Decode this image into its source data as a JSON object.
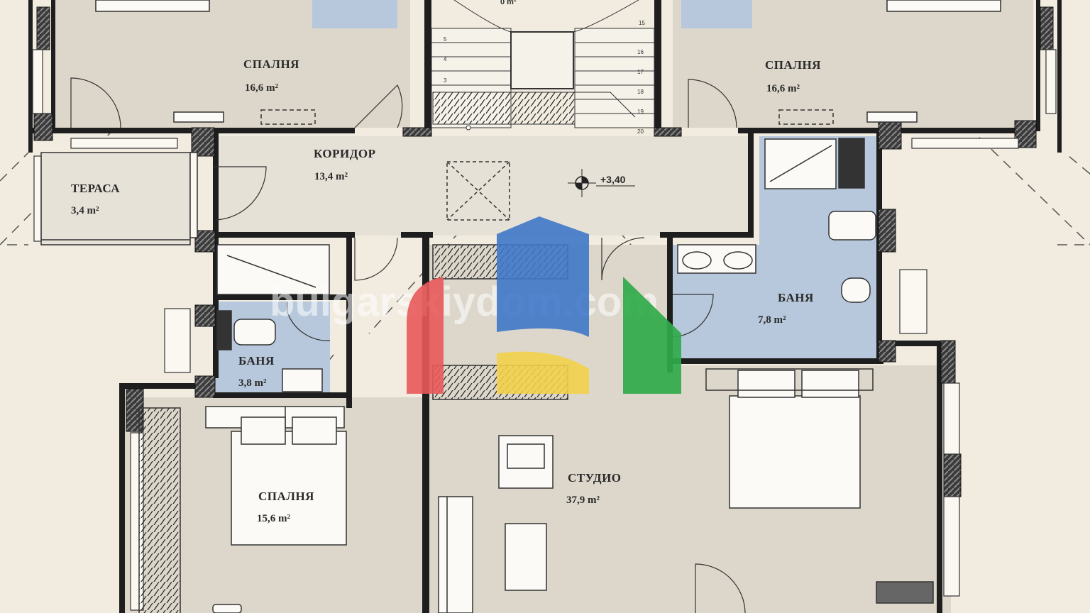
{
  "rooms": {
    "bedroom_nw": {
      "name": "СПАЛНЯ",
      "area": "16,6 m²"
    },
    "bedroom_ne": {
      "name": "СПАЛНЯ",
      "area": "16,6 m²"
    },
    "corridor": {
      "name": "КОРИДОР",
      "area": "13,4 m²"
    },
    "terrace": {
      "name": "ТЕРАСА",
      "area": "3,4 m²"
    },
    "bath_small": {
      "name": "БАНЯ",
      "area": "3,8 m²"
    },
    "bath_large": {
      "name": "БАНЯ",
      "area": "7,8 m²"
    },
    "bedroom_sw": {
      "name": "СПАЛНЯ",
      "area": "15,6 m²"
    },
    "studio": {
      "name": "СТУДИО",
      "area": "37,9 m²"
    }
  },
  "stairs": {
    "left_steps": [
      "5",
      "4",
      "3"
    ],
    "right_steps": [
      "15",
      "16",
      "17",
      "18",
      "19",
      "20"
    ],
    "top_label_fragment": "0 m²"
  },
  "level_mark": "+3,40",
  "watermark": {
    "text": "bulgarskiydom.com",
    "colors": {
      "red": "#e85a5a",
      "blue": "#3f78c9",
      "yellow": "#f1d24a",
      "green": "#2faa4a"
    }
  },
  "colors": {
    "background": "#f2ece0",
    "room_fill": "#ddd7cb",
    "bath_fill": "#b7c8dc",
    "wall": "#1e1e1e"
  }
}
